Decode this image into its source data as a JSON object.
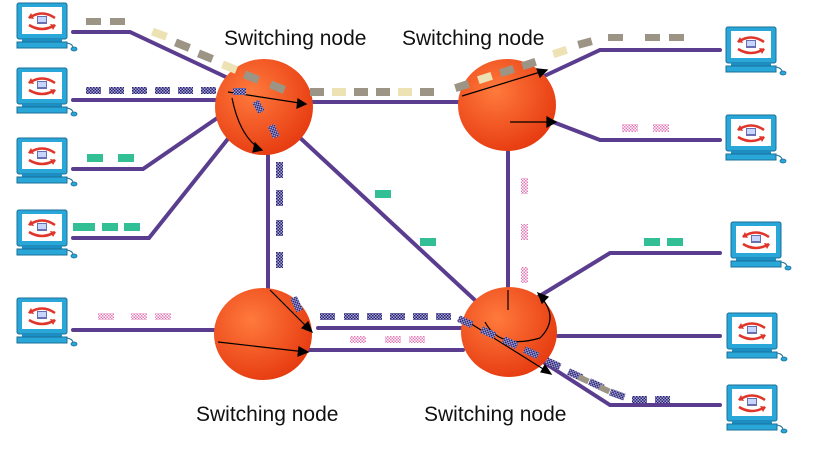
{
  "diagram": {
    "title": "",
    "node_labels": {
      "top_left": "Switching node",
      "top_right": "Switching node",
      "bottom_left": "Switching node",
      "bottom_right": "Switching node"
    },
    "colors": {
      "link": "#5b3d8f",
      "node_fill": "#e63a10",
      "node_highlight": "#ff7a3c",
      "terminal_body": "#29a7d8",
      "terminal_screen": "#ffffff",
      "packet_tan": "#ece2b4",
      "packet_taupe": "#9c9585",
      "packet_navy": "#26265e",
      "packet_purple": "#a9a1e8",
      "packet_teal": "#33bf95",
      "packet_pink": "#e67ab8",
      "route_arrow": "#000000"
    },
    "packet_pattern_names": [
      "navy-dots",
      "pink-dots",
      "teal-solid",
      "tan-solid",
      "taupe-solid"
    ],
    "terminal_icon": "computer-terminal-icon"
  }
}
